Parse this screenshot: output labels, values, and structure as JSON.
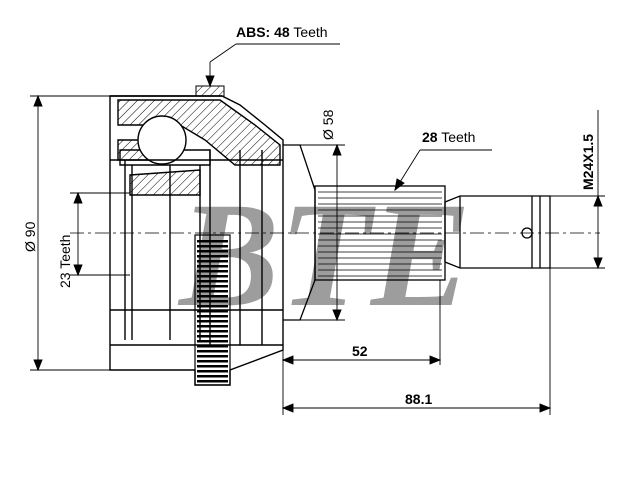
{
  "watermark": "BTE",
  "labels": {
    "abs_prefix": "ABS:",
    "abs_count": "48",
    "abs_suffix": "Teeth",
    "outer_diameter": "Ø 90",
    "inner_teeth": "23 Teeth",
    "seal_diameter": "Ø 58",
    "outer_teeth_count": "28",
    "outer_teeth_suffix": "Teeth",
    "thread": "M24X1.5",
    "spline_length": "52",
    "total_length": "88.1"
  },
  "colors": {
    "line": "#000000",
    "watermark": "#8c8c8c",
    "hatch": "#000000"
  }
}
